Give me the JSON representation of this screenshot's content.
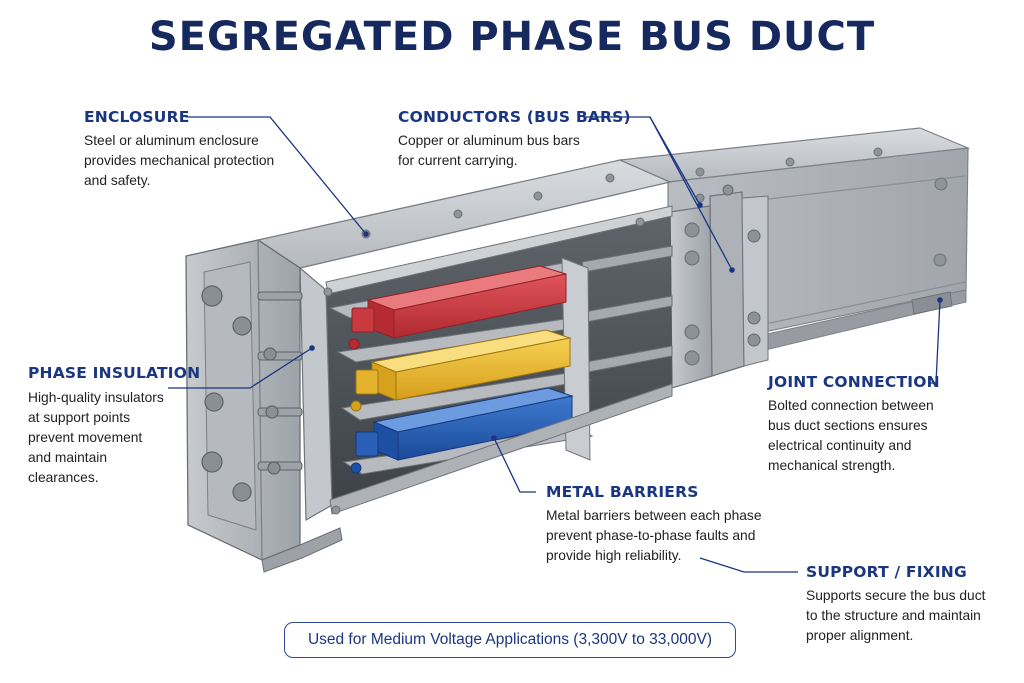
{
  "title": "SEGREGATED PHASE BUS DUCT",
  "callouts": {
    "enclosure": {
      "label": "ENCLOSURE",
      "lines": [
        "Steel or aluminum enclosure",
        "provides mechanical protection",
        "and safety."
      ]
    },
    "conductors": {
      "label": "CONDUCTORS (BUS BARS)",
      "lines": [
        "Copper or aluminum bus bars",
        "for current carrying."
      ]
    },
    "phase_insulation": {
      "label": "PHASE INSULATION",
      "lines": [
        "High-quality insulators",
        "at support points",
        "prevent movement",
        "and maintain",
        "clearances."
      ]
    },
    "joint_connection": {
      "label": "JOINT CONNECTION",
      "lines": [
        "Bolted connection between",
        "bus duct sections ensures",
        "electrical continuity and",
        "mechanical strength."
      ]
    },
    "metal_barriers": {
      "label": "METAL BARRIERS",
      "lines": [
        "Metal barriers between each phase",
        "prevent phase-to-phase faults and",
        "provide high reliability."
      ]
    },
    "support_fixing": {
      "label": "SUPPORT / FIXING",
      "lines": [
        "Supports secure the bus duct",
        "to the structure and maintain",
        "proper alignment."
      ]
    }
  },
  "footer": "Used for Medium Voltage Applications (3,300V to 33,000V)",
  "colors": {
    "title": "#16295e",
    "label": "#1b3680",
    "leader": "#1b3680",
    "phase_red": "#c8343a",
    "phase_yellow": "#e7b52a",
    "phase_blue": "#2157b0",
    "enclosure": "#a9adb3"
  }
}
